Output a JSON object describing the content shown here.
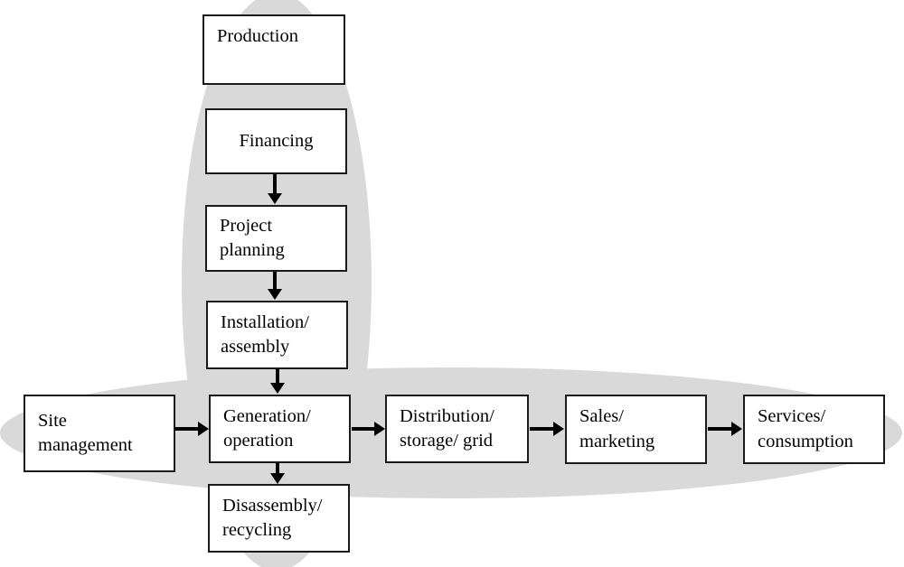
{
  "diagram": {
    "title": "Renewable energy value chain flow diagram",
    "background_shape_color": "#d9d9d9",
    "node_border_color": "#1a1a1a",
    "node_fill_color": "#ffffff",
    "arrow_color": "#000000",
    "groups": [
      {
        "name": "project-development-cluster",
        "orientation": "vertical"
      },
      {
        "name": "value-chain-cluster",
        "orientation": "horizontal"
      }
    ],
    "nodes": [
      {
        "id": "production",
        "label": "Production"
      },
      {
        "id": "financing",
        "label": "Financing"
      },
      {
        "id": "project-planning",
        "label": "Project\nplanning"
      },
      {
        "id": "installation-assembly",
        "label": "Installation/\nassembly"
      },
      {
        "id": "site-management",
        "label": "Site\nmanagement"
      },
      {
        "id": "generation-operation",
        "label": "Generation/\noperation"
      },
      {
        "id": "distribution-storage-grid",
        "label": "Distribution/\nstorage/ grid"
      },
      {
        "id": "sales-marketing",
        "label": "Sales/\nmarketing"
      },
      {
        "id": "services-consumption",
        "label": "Services/\nconsumption"
      },
      {
        "id": "disassembly-recycling",
        "label": "Disassembly/\nrecycling"
      }
    ],
    "edges": [
      {
        "from": "financing",
        "to": "project-planning",
        "direction": "down"
      },
      {
        "from": "project-planning",
        "to": "installation-assembly",
        "direction": "down"
      },
      {
        "from": "installation-assembly",
        "to": "generation-operation",
        "direction": "down"
      },
      {
        "from": "site-management",
        "to": "generation-operation",
        "direction": "right"
      },
      {
        "from": "generation-operation",
        "to": "distribution-storage-grid",
        "direction": "right"
      },
      {
        "from": "distribution-storage-grid",
        "to": "sales-marketing",
        "direction": "right"
      },
      {
        "from": "sales-marketing",
        "to": "services-consumption",
        "direction": "right"
      },
      {
        "from": "generation-operation",
        "to": "disassembly-recycling",
        "direction": "down"
      }
    ]
  }
}
